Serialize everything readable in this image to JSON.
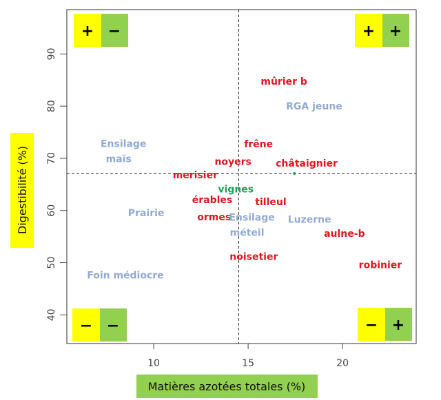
{
  "chart_data": {
    "type": "scatter",
    "title": "",
    "xlabel": "Matières azotées totales (%)",
    "ylabel": "Digestibilité (%)",
    "xlim": [
      5.4,
      23.9
    ],
    "ylim": [
      34.5,
      98.5
    ],
    "xticks": [
      10,
      15,
      20
    ],
    "yticks": [
      40,
      50,
      60,
      70,
      80,
      90
    ],
    "grid": false,
    "reference_lines": {
      "x": 14.5,
      "y": 67.1
    },
    "colors": {
      "tree": "#e3161f",
      "forage": "#91aad3",
      "vine": "#1aa556",
      "yellow": "#ffff00",
      "green": "#92d050",
      "xlabel_bg": "#92d050",
      "ylabel_bg": "#ffff00"
    },
    "points": [
      {
        "label": "mûrier b",
        "x": 16.9,
        "y": 84.8,
        "group": "tree"
      },
      {
        "label": "RGA jeune",
        "x": 18.5,
        "y": 80.0,
        "group": "forage"
      },
      {
        "label": "Ensilage",
        "label2": "maïs",
        "x": 8.4,
        "y": 71.5,
        "group": "forage"
      },
      {
        "label": "frêne",
        "x": 15.55,
        "y": 72.8,
        "group": "tree"
      },
      {
        "label": "noyers",
        "x": 14.2,
        "y": 69.4,
        "group": "tree"
      },
      {
        "label": "châtaignier",
        "x": 18.1,
        "y": 69.1,
        "group": "tree"
      },
      {
        "label": "merisier",
        "x": 12.2,
        "y": 66.8,
        "group": "tree"
      },
      {
        "label": "vignes",
        "x": 14.35,
        "y": 64.1,
        "group": "vine"
      },
      {
        "label": "érables",
        "x": 13.1,
        "y": 62.1,
        "group": "tree"
      },
      {
        "label": "tilleul",
        "x": 16.2,
        "y": 61.7,
        "group": "tree"
      },
      {
        "label": "Prairie",
        "x": 9.6,
        "y": 59.6,
        "group": "forage"
      },
      {
        "label": "ormes",
        "x": 13.2,
        "y": 58.8,
        "group": "tree"
      },
      {
        "label": "Ensilage",
        "label2": "méteil",
        "x": 15.2,
        "y": 57.4,
        "group": "forage"
      },
      {
        "label": "Luzerne",
        "x": 18.25,
        "y": 58.3,
        "group": "forage"
      },
      {
        "label": "aulne-b",
        "x": 20.1,
        "y": 55.6,
        "group": "tree"
      },
      {
        "label": "noisetier",
        "x": 15.3,
        "y": 51.2,
        "group": "tree"
      },
      {
        "label": "robinier",
        "x": 22.0,
        "y": 49.6,
        "group": "tree"
      },
      {
        "label": "Foin médiocre",
        "x": 8.5,
        "y": 47.6,
        "group": "forage"
      }
    ],
    "marker": {
      "x": 17.45,
      "y": 67.1,
      "group": "vine"
    },
    "quadrants": [
      {
        "position": "top-left",
        "yellow_sign": "+",
        "green_sign": "−"
      },
      {
        "position": "top-right",
        "yellow_sign": "+",
        "green_sign": "+"
      },
      {
        "position": "bottom-left",
        "yellow_sign": "−",
        "green_sign": "−"
      },
      {
        "position": "bottom-right",
        "yellow_sign": "−",
        "green_sign": "+"
      }
    ]
  }
}
